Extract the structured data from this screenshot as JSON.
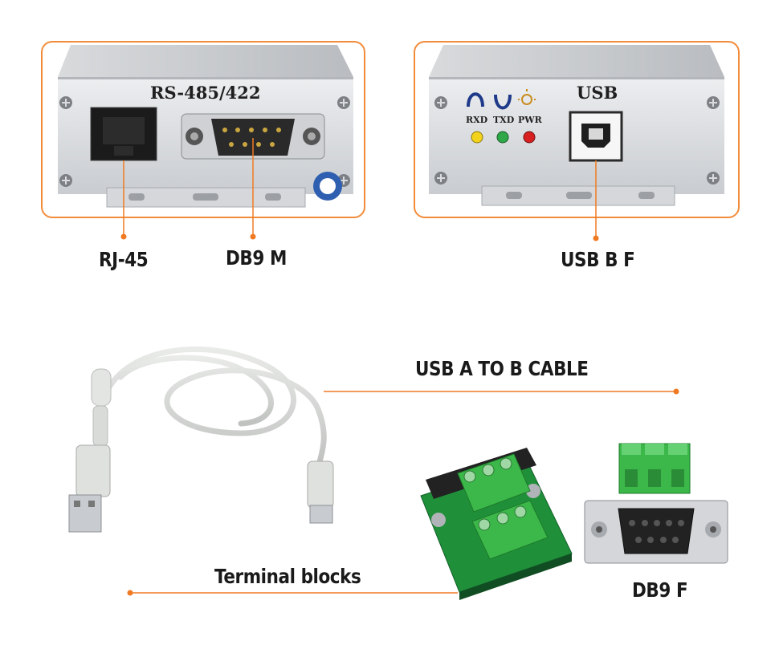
{
  "top_left": {
    "panel_label": "RS-485/422",
    "callouts": {
      "rj45": "RJ-45",
      "db9m": "DB9 M"
    }
  },
  "top_right": {
    "panel_label": "USB",
    "leds": [
      {
        "label": "RXD",
        "color": "#f2d21a"
      },
      {
        "label": "TXD",
        "color": "#2fa84a"
      },
      {
        "label": "PWR",
        "color": "#d92020"
      }
    ],
    "callout": "USB B F"
  },
  "bottom": {
    "cable_label": "USB A TO B CABLE",
    "terminal_label": "Terminal blocks",
    "db9f_label": "DB9 F"
  },
  "colors": {
    "accent": "#f28c3a",
    "callout_dot": "#f07a22",
    "terminal_green": "#3cb84a",
    "pcb_green": "#1f8f3a"
  }
}
